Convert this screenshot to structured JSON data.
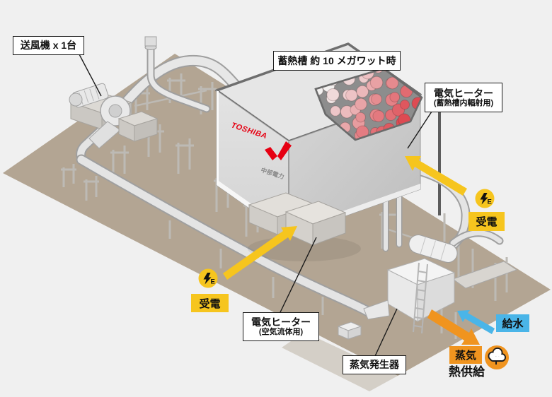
{
  "diagram": {
    "title_context": "thermal-storage-plant-diagram",
    "labels": {
      "blower": "送風機 x 1台",
      "tank": "蓄熱槽 約 10 メガワット時",
      "heater_radiation_1": "電気ヒーター",
      "heater_radiation_2": "(蓄熱槽内輻射用)",
      "heater_air_1": "電気ヒーター",
      "heater_air_2": "(空気流体用)",
      "steam_generator": "蒸気発生器",
      "power_receive": "受電",
      "water_supply": "給水",
      "steam": "蒸気",
      "heat_supply": "熱供給"
    },
    "icons": {
      "bolt_letter": "E"
    },
    "logos": {
      "toshiba": "TOSHIBA",
      "chubu": "中部電力"
    },
    "colors": {
      "background": "#f0f0f0",
      "ground": "#b3a593",
      "yellow": "#f6c51e",
      "orange": "#f0941f",
      "blue": "#4ab5e8",
      "toshiba_red": "#e60012",
      "stone_cold": "#f3f1f0",
      "stone_hot": "#dd4a52"
    }
  }
}
